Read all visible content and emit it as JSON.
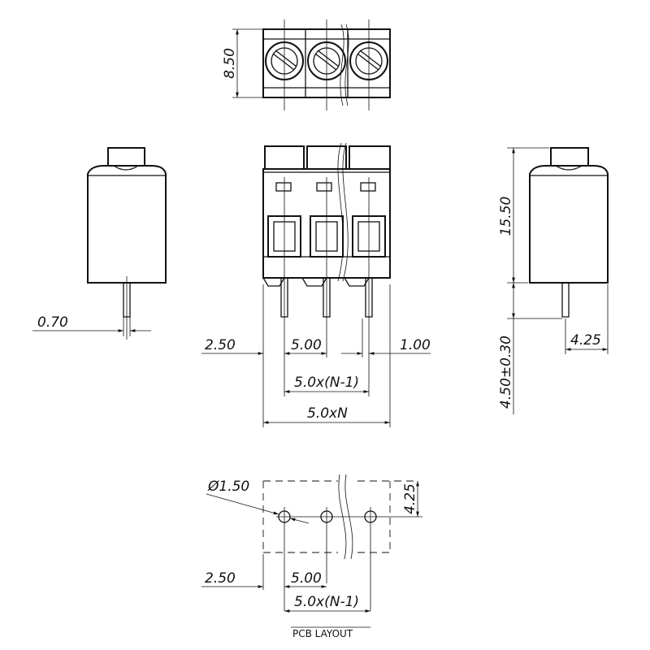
{
  "drawing": {
    "top_view": {
      "height_dim": "8.50"
    },
    "side_view_left": {
      "pin_width_dim": "0.70"
    },
    "front_view": {
      "offset_left_dim": "2.50",
      "pitch_dim": "5.00",
      "pin_offset_right_dim": "1.00",
      "span_dim": "5.0x(N-1)",
      "total_width_dim": "5.0xN"
    },
    "side_view_right": {
      "body_height_dim": "15.50",
      "pin_length_dim": "4.50±0.30",
      "pin_offset_dim": "4.25"
    },
    "pcb_layout": {
      "hole_diameter_dim": "Ø1.50",
      "row_offset_dim": "4.25",
      "offset_left_dim": "2.50",
      "pitch_dim": "5.00",
      "span_dim": "5.0x(N-1)",
      "caption": "PCB LAYOUT"
    }
  }
}
